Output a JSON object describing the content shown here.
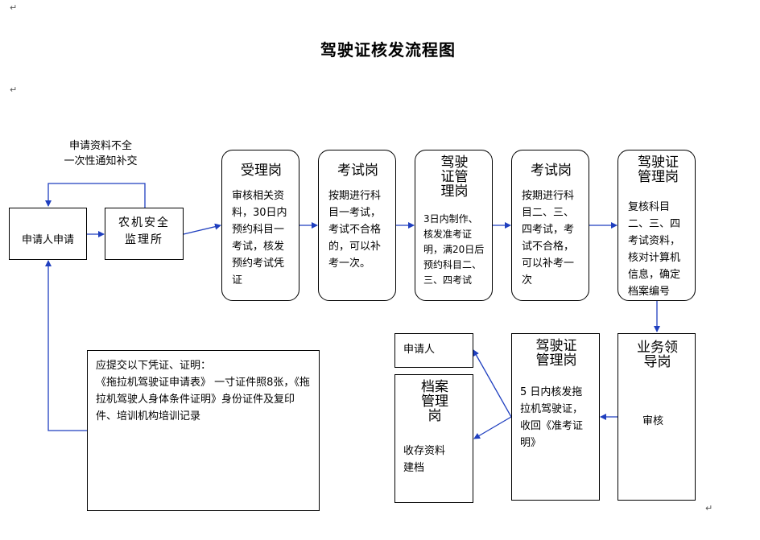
{
  "title": "驾驶证核发流程图",
  "note_top": {
    "line1": "申请资料不全",
    "line2": "一次性通知补交"
  },
  "nodes": {
    "applicant": "申请人申请",
    "safety_office": "农机安全监理所",
    "acceptance": {
      "title": "受理岗",
      "body": "审核相关资料，30日内预约科目一考试，核发预约考试凭证"
    },
    "exam1": {
      "title": "考试岗",
      "body": "按期进行科目一考试，考试不合格的，可以补考一次。"
    },
    "license_mgmt1": {
      "title": "驾驶证管理岗",
      "body": "3日内制作、核发准考证明，满20日后预约科目二、三、四考试"
    },
    "exam2": {
      "title": "考试岗",
      "body": "按期进行科目二、三、四考试，考试不合格，可以补考一次"
    },
    "license_mgmt2": {
      "title": "驾驶证管理岗",
      "body": "复核科目二、三、四考试资料，核对计算机信息，确定档案编号"
    },
    "leader": {
      "title": "业务领导岗",
      "body": "审核"
    },
    "license_mgmt3": {
      "title": "驾驶证管理岗",
      "body": "5 日内核发拖拉机驾驶证，收回《准考证明》"
    },
    "applicant_receive": "申请人",
    "archive": {
      "title": "档案管理岗",
      "body": "收存资料建档"
    }
  },
  "documents": {
    "intro": "应提交以下凭证、证明：",
    "text": "《拖拉机驾驶证申请表》 一寸证件照8张，《拖拉机驾驶人身体条件证明》身份证件及复印件、培训机构培训记录"
  },
  "colors": {
    "arrow": "#1f3fbf",
    "border": "#000000"
  }
}
